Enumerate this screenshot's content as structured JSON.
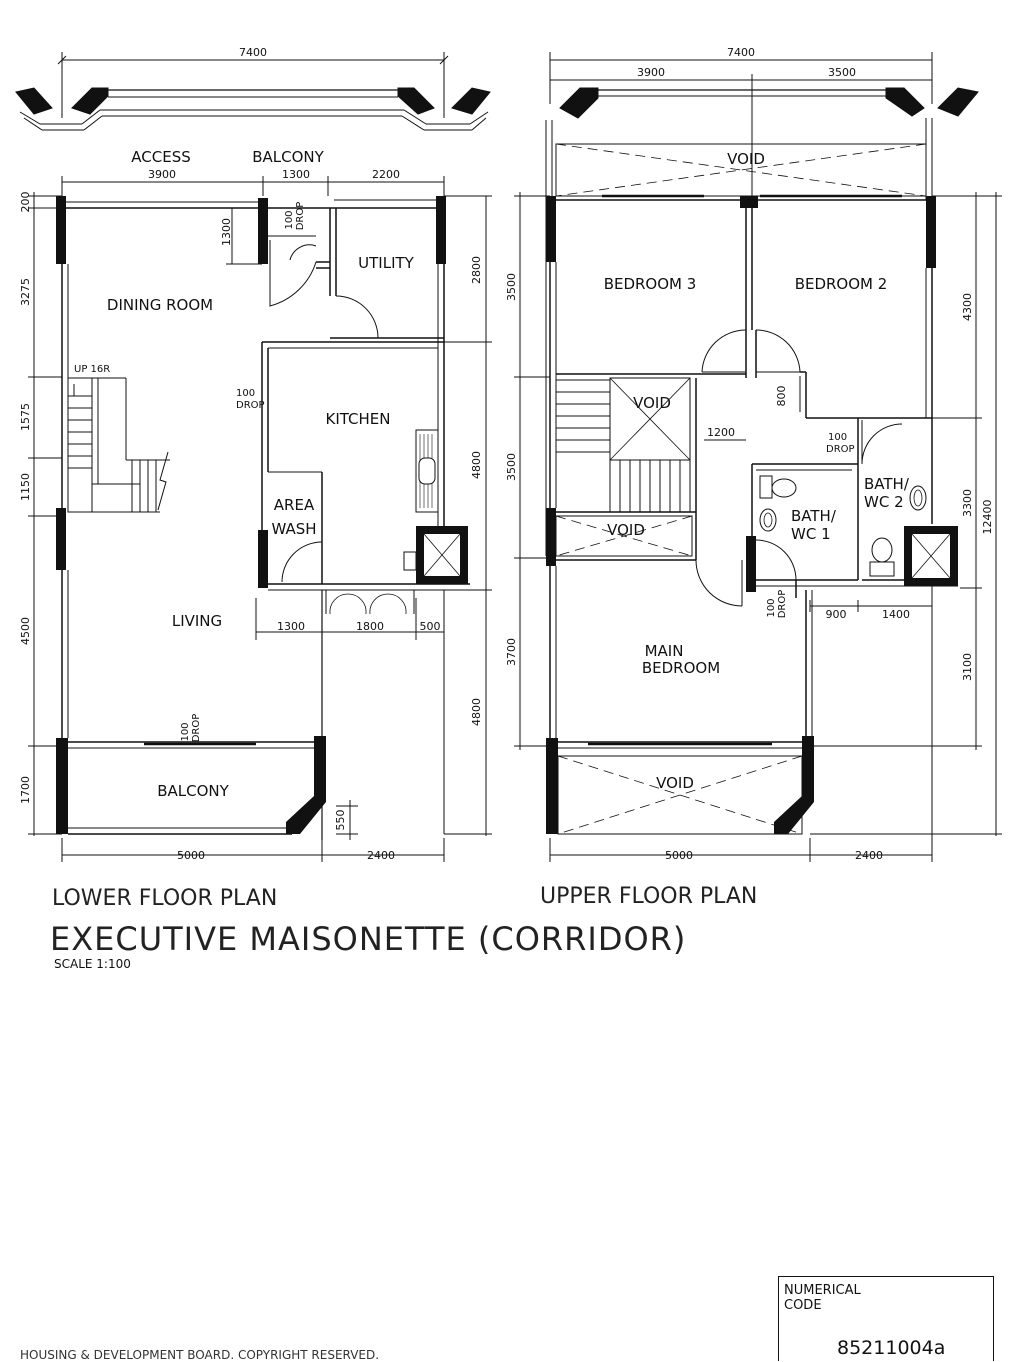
{
  "lower": {
    "title": "LOWER FLOOR PLAN",
    "dims": {
      "overall_top": "7400",
      "access_w": "3900",
      "balcony_w": "1300",
      "utility_w": "2200",
      "d200": "200",
      "d3275": "3275",
      "d1575": "1575",
      "d1150": "1150",
      "d4500": "4500",
      "d1700": "1700",
      "d1300v": "1300",
      "d2800": "2800",
      "d4800a": "4800",
      "d4800b": "4800",
      "d1300h": "1300",
      "d1800": "1800",
      "d500": "500",
      "d550": "550",
      "bottom_5000": "5000",
      "bottom_2400": "2400"
    },
    "labels": {
      "access": "ACCESS",
      "balcony_top": "BALCONY",
      "dining": "DINING ROOM",
      "utility": "UTILITY",
      "kitchen": "KITCHEN",
      "area": "AREA",
      "wash": "WASH",
      "living": "LIVING",
      "balcony": "BALCONY",
      "up16r": "UP 16R"
    },
    "drops": {
      "d1a": "100",
      "d1b": "DROP",
      "d2a": "100",
      "d2b": "DROP",
      "d3a": "100",
      "d3b": "DROP"
    }
  },
  "upper": {
    "title": "UPPER FLOOR PLAN",
    "dims": {
      "overall_top": "7400",
      "top_3900": "3900",
      "top_3500": "3500",
      "l3500a": "3500",
      "l3500b": "3500",
      "l3700": "3700",
      "d800": "800",
      "d1200": "1200",
      "r4300": "4300",
      "r3300": "3300",
      "r3100": "3100",
      "r12400": "12400",
      "d900": "900",
      "d1400": "1400",
      "bottom_5000": "5000",
      "bottom_2400": "2400"
    },
    "labels": {
      "void_top": "VOID",
      "bedroom3": "BEDROOM 3",
      "bedroom2": "BEDROOM 2",
      "void_stair": "VOID",
      "void_mid": "VOID",
      "bath1a": "BATH/",
      "bath1b": "WC 1",
      "bath2a": "BATH/",
      "bath2b": "WC 2",
      "main1": "MAIN",
      "main2": "BEDROOM",
      "void_bottom": "VOID"
    },
    "drops": {
      "d1a": "100",
      "d1b": "DROP",
      "d2a": "100",
      "d2b": "DROP"
    }
  },
  "title": "EXECUTIVE MAISONETTE (CORRIDOR)",
  "scale": "SCALE 1:100",
  "numerical_code": {
    "label": "NUMERICAL\nCODE",
    "value": "85211004a"
  },
  "footer": "HOUSING & DEVELOPMENT BOARD. COPYRIGHT RESERVED."
}
